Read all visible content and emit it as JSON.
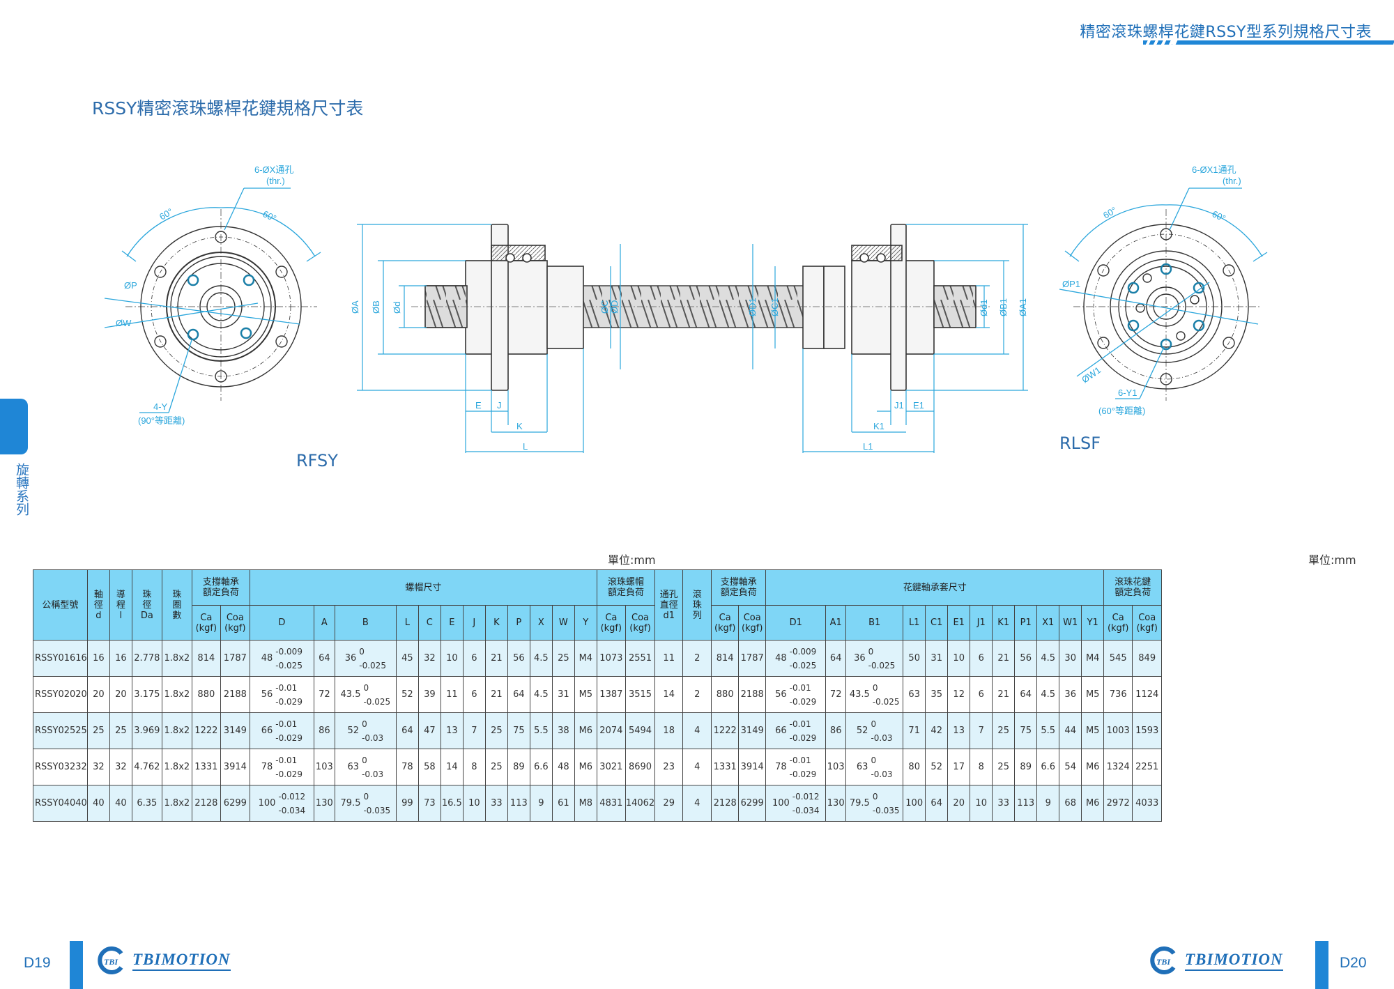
{
  "header": {
    "title": "精密滾珠螺桿花鍵RSSY型系列規格尺寸表",
    "accent_color": "#1f86d6"
  },
  "page_title": "RSSY精密滾珠螺桿花鍵規格尺寸表",
  "side_tab": {
    "label": "旋轉系列"
  },
  "drawings": {
    "rfsy": {
      "label": "RFSY",
      "end_view": {
        "hole_label": "6-ØX通孔",
        "thr": "(thr.)",
        "angle1": "60°",
        "angle2": "60°",
        "p": "ØP",
        "w": "ØW",
        "y": "4-Y",
        "y_note": "(90°等距離)"
      },
      "side_view": {
        "a": "ØA",
        "b": "ØB",
        "d": "Ød",
        "c": "ØC",
        "dd": "ØD",
        "e": "E",
        "j": "J",
        "k": "K",
        "l": "L"
      }
    },
    "rlsf": {
      "label": "RLSF",
      "end_view": {
        "hole_label": "6-ØX1通孔",
        "thr": "(thr.)",
        "angle1": "60°",
        "angle2": "60°",
        "p": "ØP1",
        "w": "ØW1",
        "y": "6-Y1",
        "y_note": "(60°等距離)"
      },
      "side_view": {
        "a": "ØA1",
        "b": "ØB1",
        "d": "Ød1",
        "c": "ØC1",
        "dd": "ØD1",
        "e": "E1",
        "j": "J1",
        "k": "K1",
        "l": "L1"
      }
    }
  },
  "units": {
    "left": "單位:mm",
    "right": "單位:mm"
  },
  "table": {
    "groups": {
      "model": "公稱型號",
      "shaft_dia": "軸\n徑\nd",
      "lead": "導\n程\nl",
      "ball_dia": "珠\n徑\nDa",
      "turns": "珠\n圈\n數",
      "support_load": "支撐軸承\n額定負荷",
      "nut_dims": "螺帽尺寸",
      "ballnut_load": "滾珠螺帽\n額定負荷",
      "through_hole": "通孔\n直徑\nd1",
      "ball_rows": "滾\n珠\n列",
      "support_load2": "支撐軸承\n額定負荷",
      "spline_dims": "花鍵軸承套尺寸",
      "spline_load": "滾珠花鍵\n額定負荷"
    },
    "sub_headers": {
      "ca": "Ca\n(kgf)",
      "coa": "Coa\n(kgf)",
      "nut": [
        "D",
        "A",
        "B",
        "L",
        "C",
        "E",
        "J",
        "K",
        "P",
        "X",
        "W",
        "Y"
      ],
      "spline": [
        "D1",
        "A1",
        "B1",
        "L1",
        "C1",
        "E1",
        "J1",
        "K1",
        "P1",
        "X1",
        "W1",
        "Y1"
      ]
    },
    "rows": [
      {
        "model": "RSSY01616",
        "d": "16",
        "l": "16",
        "da": "2.778",
        "turns": "1.8x2",
        "sca": "814",
        "scoa": "1787",
        "D": "48",
        "D_up": "-0.009",
        "D_lo": "-0.025",
        "A": "64",
        "B": "36",
        "B_up": "0",
        "B_lo": "-0.025",
        "L": "45",
        "C": "32",
        "E": "10",
        "J": "6",
        "K": "21",
        "P": "56",
        "X": "4.5",
        "W": "25",
        "Y": "M4",
        "nca": "1073",
        "ncoa": "2551",
        "d1": "11",
        "rows": "2",
        "s2ca": "814",
        "s2coa": "1787",
        "D1": "48",
        "D1_up": "-0.009",
        "D1_lo": "-0.025",
        "A1": "64",
        "B1": "36",
        "B1_up": "0",
        "B1_lo": "-0.025",
        "L1": "50",
        "C1": "31",
        "E1": "10",
        "J1": "6",
        "K1": "21",
        "P1": "56",
        "X1": "4.5",
        "W1": "30",
        "Y1": "M4",
        "fca": "545",
        "fcoa": "849"
      },
      {
        "model": "RSSY02020",
        "d": "20",
        "l": "20",
        "da": "3.175",
        "turns": "1.8x2",
        "sca": "880",
        "scoa": "2188",
        "D": "56",
        "D_up": "-0.01",
        "D_lo": "-0.029",
        "A": "72",
        "B": "43.5",
        "B_up": "0",
        "B_lo": "-0.025",
        "L": "52",
        "C": "39",
        "E": "11",
        "J": "6",
        "K": "21",
        "P": "64",
        "X": "4.5",
        "W": "31",
        "Y": "M5",
        "nca": "1387",
        "ncoa": "3515",
        "d1": "14",
        "rows": "2",
        "s2ca": "880",
        "s2coa": "2188",
        "D1": "56",
        "D1_up": "-0.01",
        "D1_lo": "-0.029",
        "A1": "72",
        "B1": "43.5",
        "B1_up": "0",
        "B1_lo": "-0.025",
        "L1": "63",
        "C1": "35",
        "E1": "12",
        "J1": "6",
        "K1": "21",
        "P1": "64",
        "X1": "4.5",
        "W1": "36",
        "Y1": "M5",
        "fca": "736",
        "fcoa": "1124"
      },
      {
        "model": "RSSY02525",
        "d": "25",
        "l": "25",
        "da": "3.969",
        "turns": "1.8x2",
        "sca": "1222",
        "scoa": "3149",
        "D": "66",
        "D_up": "-0.01",
        "D_lo": "-0.029",
        "A": "86",
        "B": "52",
        "B_up": "0",
        "B_lo": "-0.03",
        "L": "64",
        "C": "47",
        "E": "13",
        "J": "7",
        "K": "25",
        "P": "75",
        "X": "5.5",
        "W": "38",
        "Y": "M6",
        "nca": "2074",
        "ncoa": "5494",
        "d1": "18",
        "rows": "4",
        "s2ca": "1222",
        "s2coa": "3149",
        "D1": "66",
        "D1_up": "-0.01",
        "D1_lo": "-0.029",
        "A1": "86",
        "B1": "52",
        "B1_up": "0",
        "B1_lo": "-0.03",
        "L1": "71",
        "C1": "42",
        "E1": "13",
        "J1": "7",
        "K1": "25",
        "P1": "75",
        "X1": "5.5",
        "W1": "44",
        "Y1": "M5",
        "fca": "1003",
        "fcoa": "1593"
      },
      {
        "model": "RSSY03232",
        "d": "32",
        "l": "32",
        "da": "4.762",
        "turns": "1.8x2",
        "sca": "1331",
        "scoa": "3914",
        "D": "78",
        "D_up": "-0.01",
        "D_lo": "-0.029",
        "A": "103",
        "B": "63",
        "B_up": "0",
        "B_lo": "-0.03",
        "L": "78",
        "C": "58",
        "E": "14",
        "J": "8",
        "K": "25",
        "P": "89",
        "X": "6.6",
        "W": "48",
        "Y": "M6",
        "nca": "3021",
        "ncoa": "8690",
        "d1": "23",
        "rows": "4",
        "s2ca": "1331",
        "s2coa": "3914",
        "D1": "78",
        "D1_up": "-0.01",
        "D1_lo": "-0.029",
        "A1": "103",
        "B1": "63",
        "B1_up": "0",
        "B1_lo": "-0.03",
        "L1": "80",
        "C1": "52",
        "E1": "17",
        "J1": "8",
        "K1": "25",
        "P1": "89",
        "X1": "6.6",
        "W1": "54",
        "Y1": "M6",
        "fca": "1324",
        "fcoa": "2251"
      },
      {
        "model": "RSSY04040",
        "d": "40",
        "l": "40",
        "da": "6.35",
        "turns": "1.8x2",
        "sca": "2128",
        "scoa": "6299",
        "D": "100",
        "D_up": "-0.012",
        "D_lo": "-0.034",
        "A": "130",
        "B": "79.5",
        "B_up": "0",
        "B_lo": "-0.035",
        "L": "99",
        "C": "73",
        "E": "16.5",
        "J": "10",
        "K": "33",
        "P": "113",
        "X": "9",
        "W": "61",
        "Y": "M8",
        "nca": "4831",
        "ncoa": "14062",
        "d1": "29",
        "rows": "4",
        "s2ca": "2128",
        "s2coa": "6299",
        "D1": "100",
        "D1_up": "-0.012",
        "D1_lo": "-0.034",
        "A1": "130",
        "B1": "79.5",
        "B1_up": "0",
        "B1_lo": "-0.035",
        "L1": "100",
        "C1": "64",
        "E1": "20",
        "J1": "10",
        "K1": "33",
        "P1": "113",
        "X1": "9",
        "W1": "68",
        "Y1": "M6",
        "fca": "2972",
        "fcoa": "4033"
      }
    ]
  },
  "footer": {
    "left_page": "D19",
    "right_page": "D20",
    "logo_mark": "TBI",
    "logo_word": "TBIMOTION"
  }
}
